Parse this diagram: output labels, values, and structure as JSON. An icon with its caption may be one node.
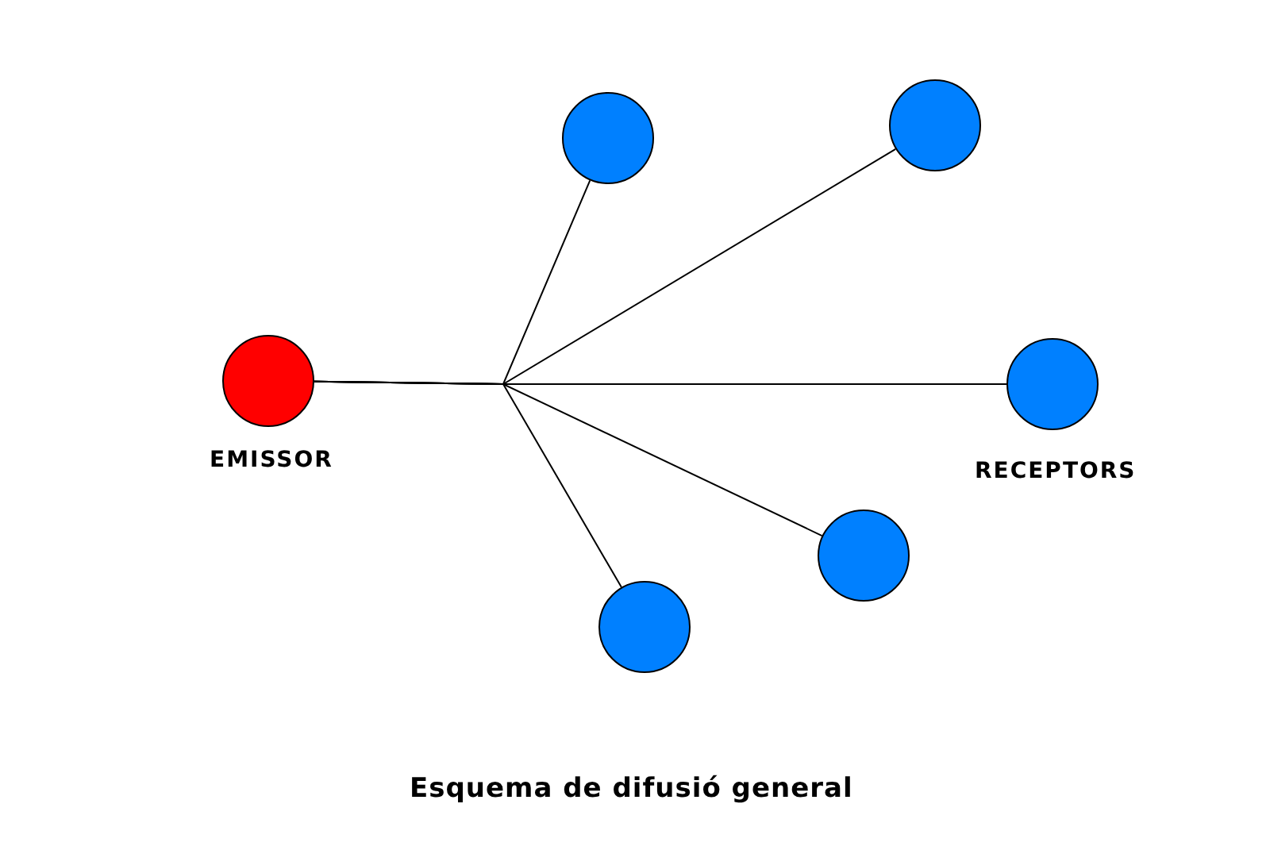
{
  "diagram": {
    "caption": "Esquema de difusió general",
    "nodes": [
      {
        "text": [],
        "shape": "circle",
        "beside": [
          "EMISSOR"
        ]
      },
      {
        "text": [],
        "shape": "circle"
      },
      {
        "text": [],
        "shape": "circle"
      },
      {
        "text": [],
        "shape": "circle"
      },
      {
        "text": [],
        "shape": "circle"
      },
      {
        "text": [],
        "shape": "circle"
      }
    ],
    "edges": [
      {
        "from": 0,
        "to": 1,
        "arrow": "none"
      },
      {
        "from": 0,
        "to": 2,
        "arrow": "none"
      },
      {
        "from": 0,
        "to": 3,
        "arrow": "none"
      },
      {
        "from": 0,
        "to": 4,
        "arrow": "none"
      },
      {
        "from": 0,
        "to": 5,
        "arrow": "none"
      }
    ],
    "labels": [
      "RECEPTORS"
    ]
  }
}
